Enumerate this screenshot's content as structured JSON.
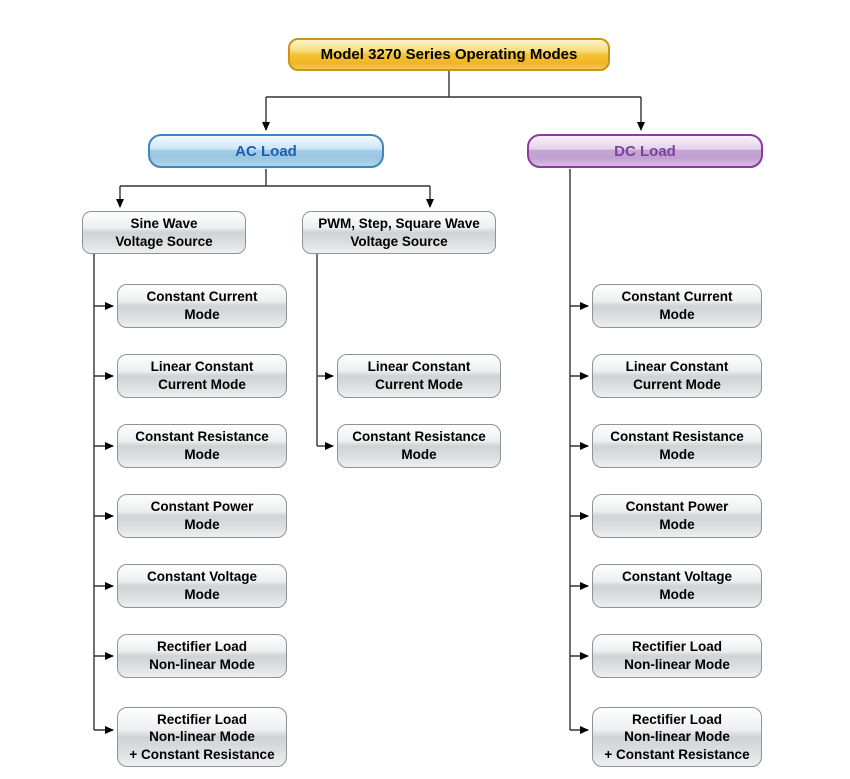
{
  "diagram": {
    "title": "Model 3270 Series Operating Modes",
    "branches": {
      "ac": "AC Load",
      "dc": "DC Load"
    },
    "sources": {
      "sine": "Sine Wave\nVoltage Source",
      "pwm": "PWM, Step, Square Wave\nVoltage Source"
    },
    "sine_modes": [
      "Constant Current\nMode",
      "Linear Constant\nCurrent Mode",
      "Constant Resistance\nMode",
      "Constant Power\nMode",
      "Constant Voltage\nMode",
      "Rectifier Load\nNon-linear Mode",
      "Rectifier Load\nNon-linear Mode\n+ Constant Resistance"
    ],
    "pwm_modes": [
      "Linear Constant\nCurrent Mode",
      "Constant Resistance\nMode"
    ],
    "dc_modes": [
      "Constant Current\nMode",
      "Linear Constant\nCurrent Mode",
      "Constant Resistance\nMode",
      "Constant Power\nMode",
      "Constant Voltage\nMode",
      "Rectifier Load\nNon-linear Mode",
      "Rectifier Load\nNon-linear Mode\n+ Constant Resistance"
    ],
    "colors": {
      "root_fill": "#F3C435",
      "root_border": "#C9941C",
      "root_text": "#000000",
      "ac_fill": "#A3CEE8",
      "ac_border": "#4285B8",
      "ac_text": "#1D5FAE",
      "dc_fill": "#C3A8D2",
      "dc_border": "#8A3B9C",
      "dc_text": "#7B3FA0",
      "mode_fill": "#DCDFE1",
      "mode_border": "#8E9396",
      "mode_text": "#000000",
      "connector": "#333333"
    }
  }
}
